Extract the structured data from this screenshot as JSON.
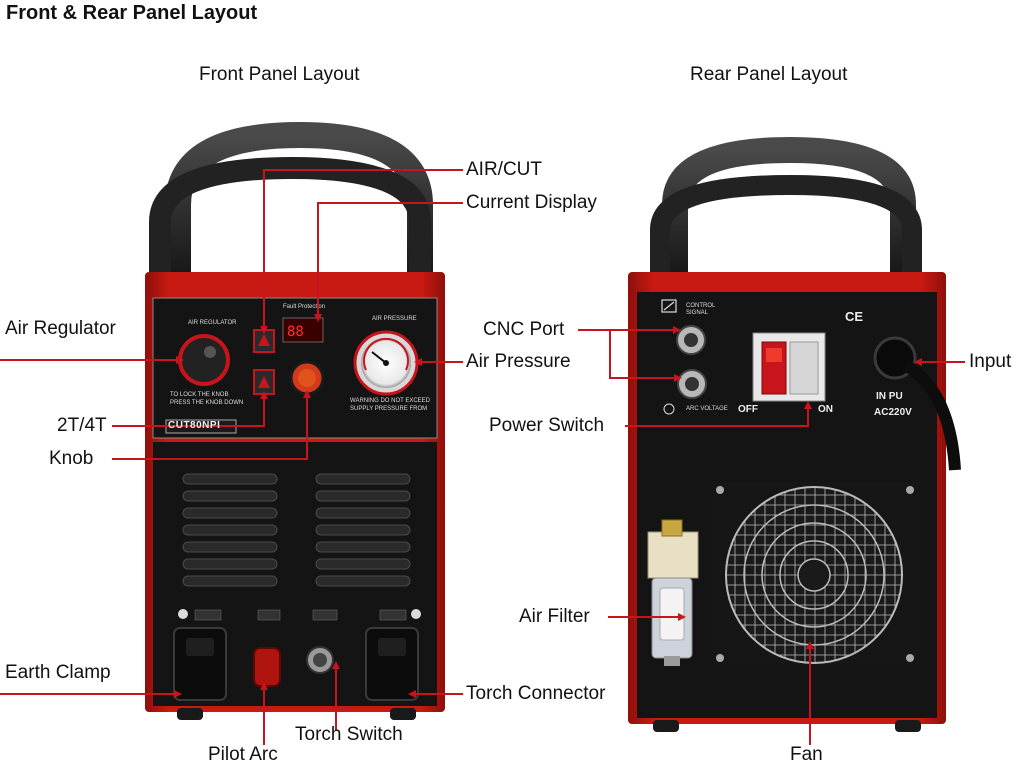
{
  "title": "Front & Rear Panel Layout",
  "front_title": "Front Panel Layout",
  "rear_title": "Rear Panel Layout",
  "colors": {
    "callout": "#c8141c",
    "body_red": "#c81a12",
    "panel": "#141414"
  },
  "front": {
    "model_badge": "CUT80NPI",
    "labels": {
      "air_cut": "AIR/CUT",
      "current_display": "Current Display",
      "air_regulator": "Air Regulator",
      "air_pressure": "Air Pressure",
      "two_four_t": "2T/4T",
      "knob": "Knob",
      "earth_clamp": "Earth Clamp",
      "torch_connector": "Torch Connector",
      "pilot_arc": "Pilot Arc",
      "torch_switch": "Torch Switch"
    }
  },
  "rear": {
    "ce_mark": "CE",
    "switch_off": "OFF",
    "switch_on": "ON",
    "input_text_1": "IN PU",
    "input_text_2": "AC220V",
    "labels": {
      "cnc_port": "CNC Port",
      "input": "Input",
      "power_switch": "Power Switch",
      "air_filter": "Air Filter",
      "fan": "Fan"
    }
  }
}
